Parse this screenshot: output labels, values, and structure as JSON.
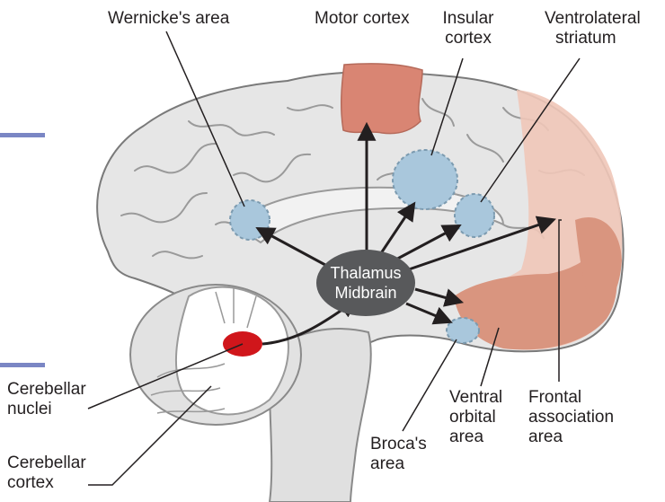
{
  "labels": {
    "wernicke": "Wernicke's area",
    "motor_cortex": "Motor cortex",
    "insular_line1": "Insular",
    "insular_line2": "cortex",
    "ventrolateral_line1": "Ventrolateral",
    "ventrolateral_line2": "striatum",
    "cerebellar_nuclei_line1": "Cerebellar",
    "cerebellar_nuclei_line2": "nuclei",
    "cerebellar_cortex_line1": "Cerebellar",
    "cerebellar_cortex_line2": "cortex",
    "brocas_line1": "Broca's",
    "brocas_line2": "area",
    "ventral_orbital_line1": "Ventral",
    "ventral_orbital_line2": "orbital",
    "ventral_orbital_line3": "area",
    "frontal_assoc_line1": "Frontal",
    "frontal_assoc_line2": "association",
    "frontal_assoc_line3": "area"
  },
  "hub": {
    "line1": "Thalamus",
    "line2": "Midbrain"
  },
  "colors": {
    "brain_fill": "#e6e6e6",
    "sulci": "#9a9a9a",
    "motor_cortex": "#d98573",
    "frontal_association": "#f0c7b8",
    "ventral_orbital": "#d9957f",
    "blue_region": "#a9c7dc",
    "cerebellar_nuclei": "#d0161b",
    "hub": "#58595b",
    "arrow": "#231f20"
  }
}
